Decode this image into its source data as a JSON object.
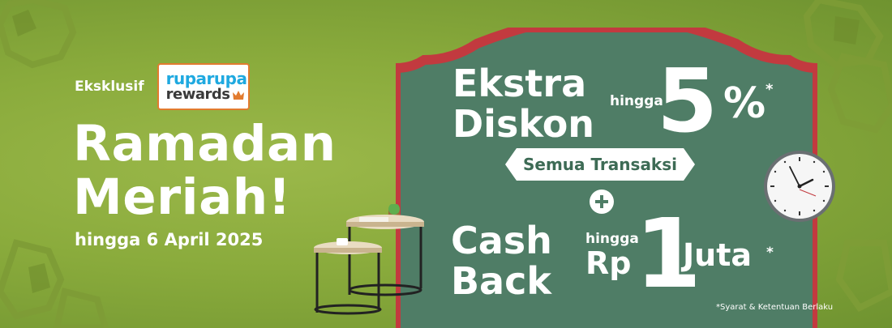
{
  "promo": {
    "eksklusif": "Eksklusif",
    "logo_top": "ruparupa",
    "logo_bottom": "rewards",
    "title_line1": "Ramadan",
    "title_line2": "Meriah!",
    "date": "hingga 6 April 2025"
  },
  "offer": {
    "ekstra_line1": "Ekstra",
    "ekstra_line2": "Diskon",
    "hingga_a": "hingga",
    "discount_value": "5",
    "discount_unit": "%",
    "asterisk_a": "*",
    "scope": "Semua Transaksi",
    "cash_line1": "Cash",
    "cash_line2": "Back",
    "hingga_b": "hingga",
    "currency": "Rp",
    "cashback_value": "1",
    "cashback_unit": "Juta",
    "asterisk_b": "*",
    "terms": "*Syarat & Ketentuan Berlaku"
  },
  "colors": {
    "background": "#8aab3c",
    "panel": "#4f7d66",
    "panel_border": "#c23a3f",
    "logo_blue": "#1fa9e0",
    "logo_orange": "#e27b2f"
  },
  "icons": [
    "crown-icon",
    "plus-icon",
    "wall-clock-image",
    "side-table-image"
  ]
}
